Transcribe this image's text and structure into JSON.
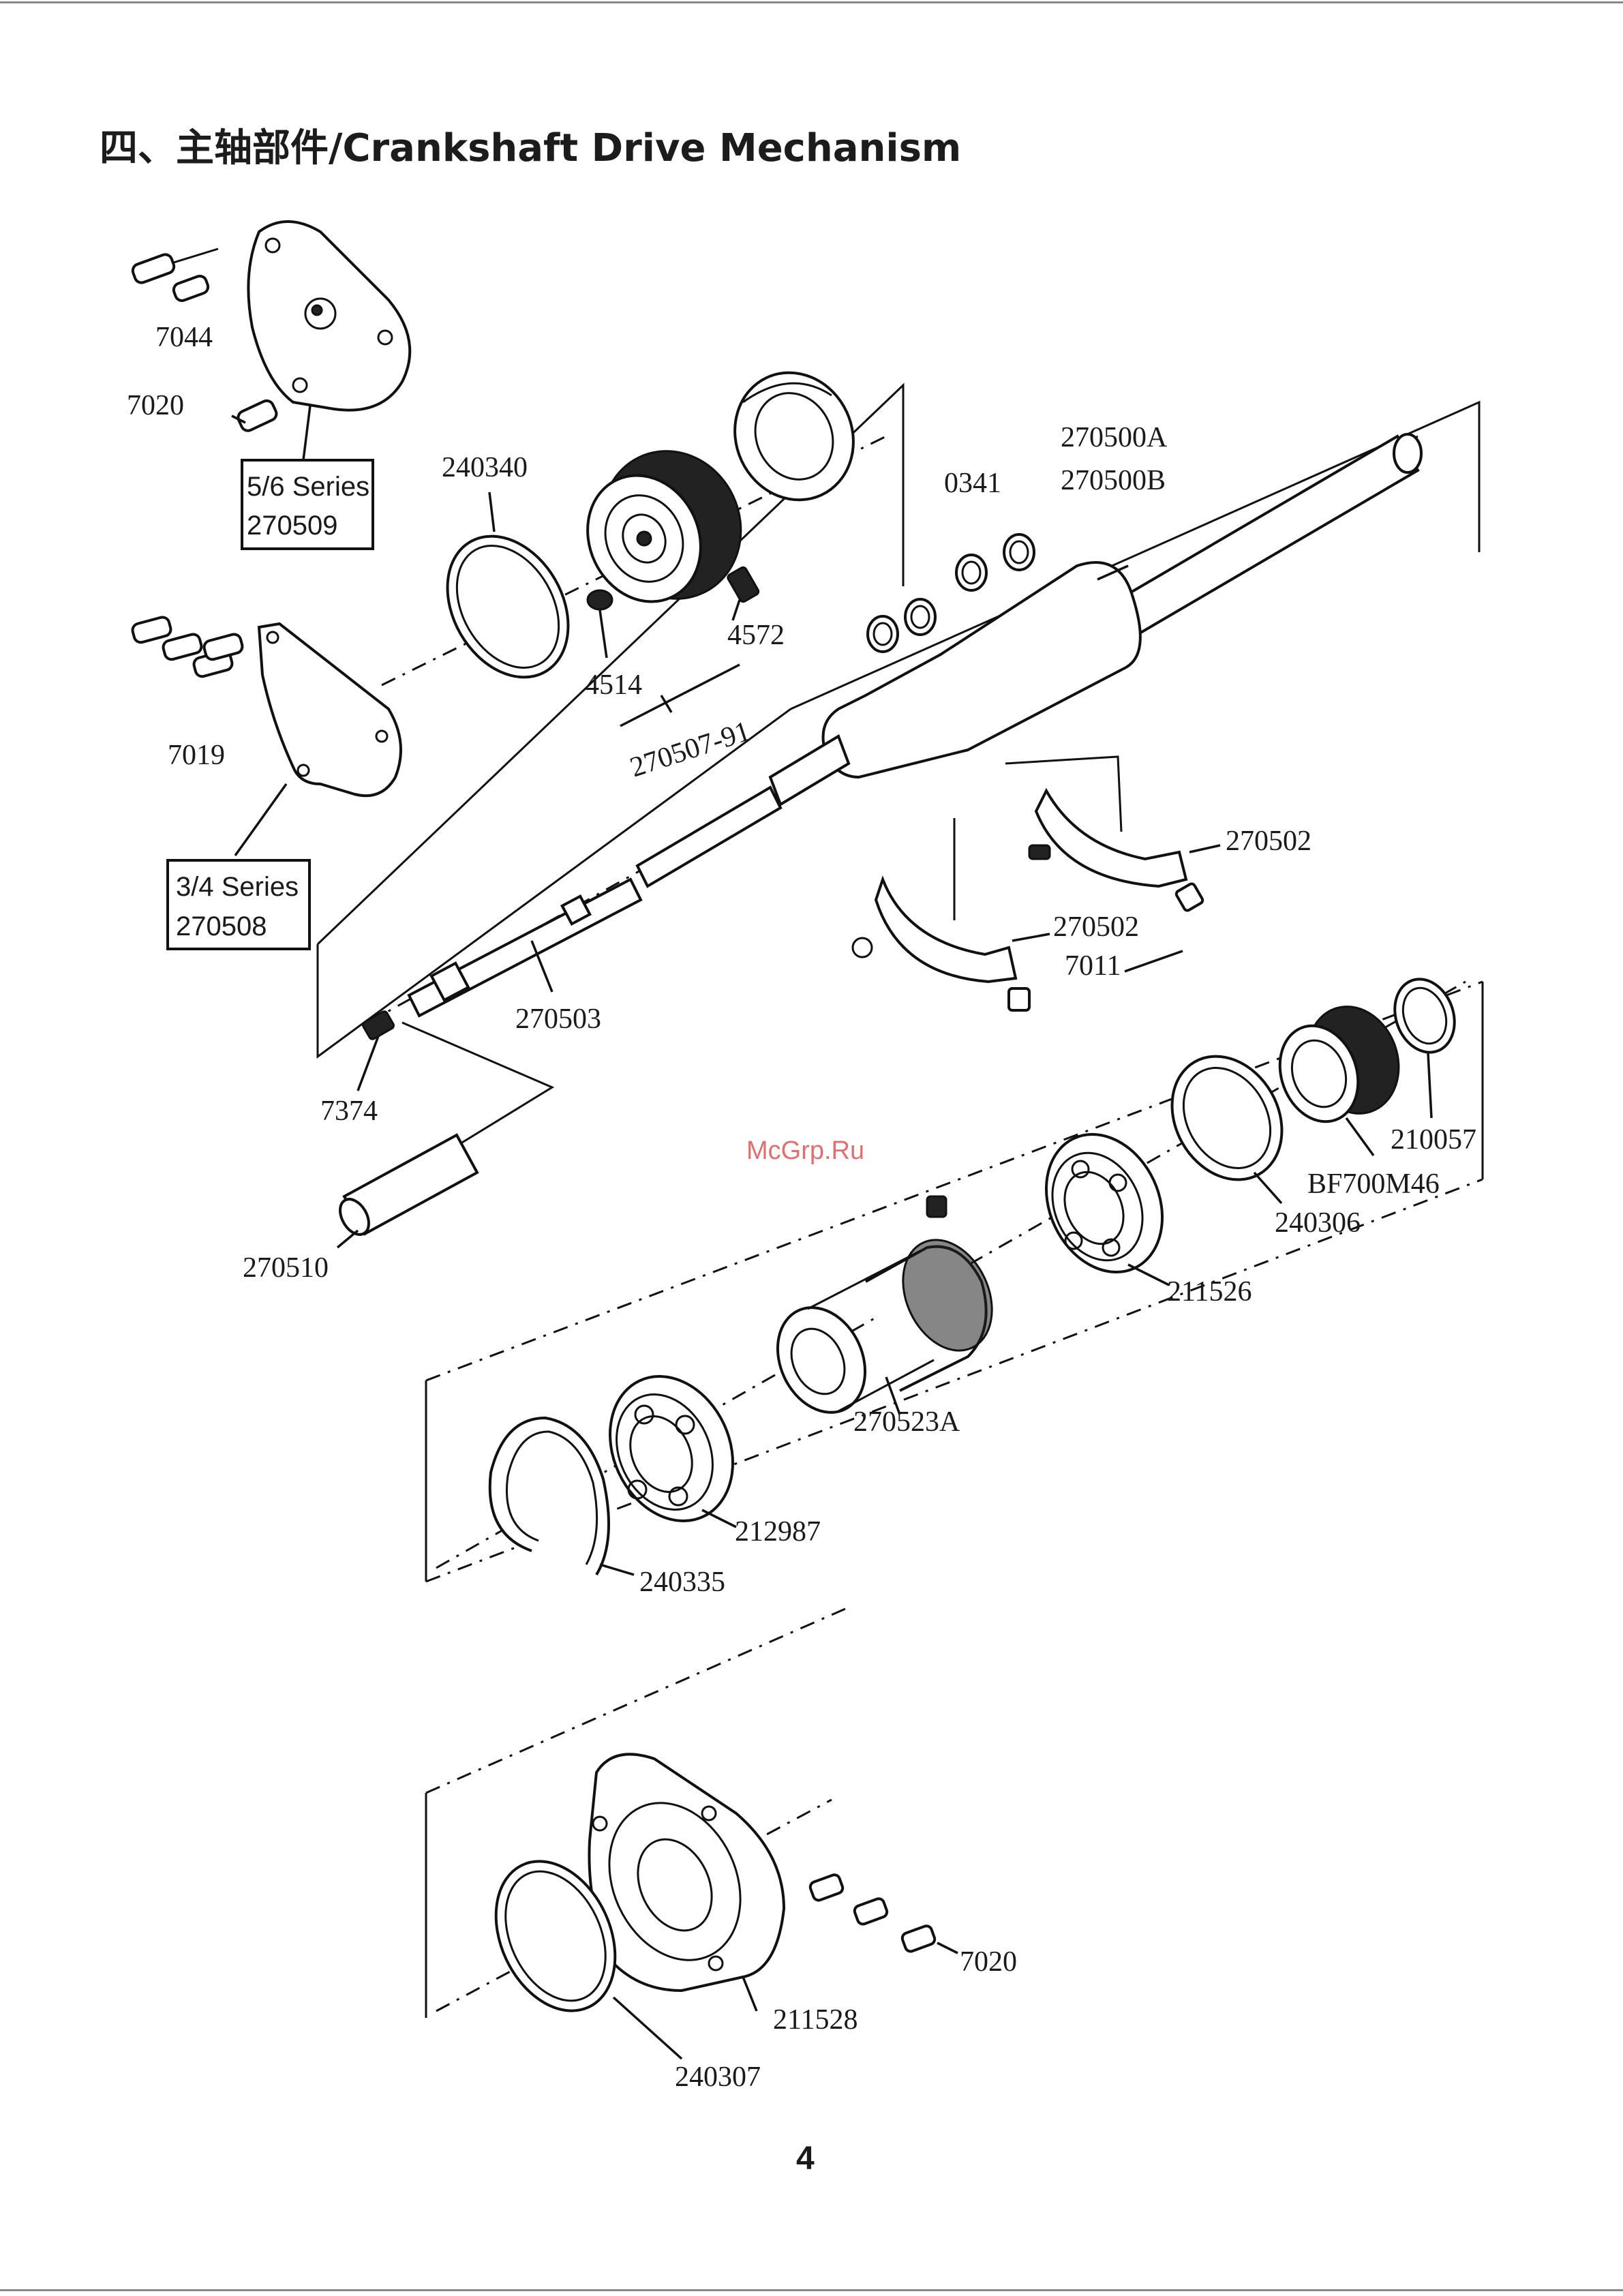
{
  "title": "四、主轴部件/Crankshaft Drive Mechanism",
  "page_number": "4",
  "watermark": "McGrp.Ru",
  "parts": {
    "p7044": "7044",
    "p7020_top": "7020",
    "series56_line1": "5/6 Series",
    "series56_line2": "270509",
    "p240340": "240340",
    "p4514": "4514",
    "p4572": "4572",
    "p270507_91": "270507-91",
    "p7019": "7019",
    "series34_line1": "3/4 Series",
    "series34_line2": "270508",
    "p0341": "0341",
    "p270500A": "270500A",
    "p270500B": "270500B",
    "p270502_a": "270502",
    "p270502_b": "270502",
    "p7011": "7011",
    "p270503": "270503",
    "p7374": "7374",
    "p270510": "270510",
    "p210057": "210057",
    "pBF700M46": "BF700M46",
    "p240306": "240306",
    "p211526": "211526",
    "p270523A": "270523A",
    "p212987": "212987",
    "p240335": "240335",
    "p7020_bottom": "7020",
    "p211528": "211528",
    "p240307": "240307"
  }
}
